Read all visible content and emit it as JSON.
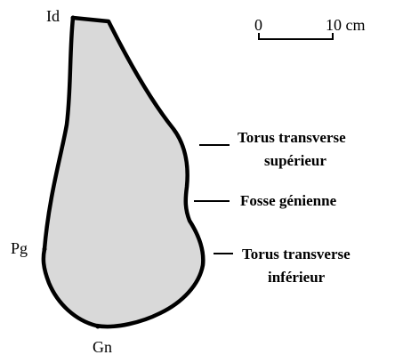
{
  "colors": {
    "fill": "#d9d9d9",
    "outline": "#000000",
    "background": "#ffffff"
  },
  "landmarks": {
    "id": "Id",
    "pg": "Pg",
    "gn": "Gn"
  },
  "scale_bar": {
    "start_label": "0",
    "end_label": "10 cm"
  },
  "annotations": {
    "torus_superior_line1": "Torus transverse",
    "torus_superior_line2": "supérieur",
    "fosse": "Fosse génienne",
    "torus_inferior_line1": "Torus transverse",
    "torus_inferior_line2": "inférieur"
  }
}
